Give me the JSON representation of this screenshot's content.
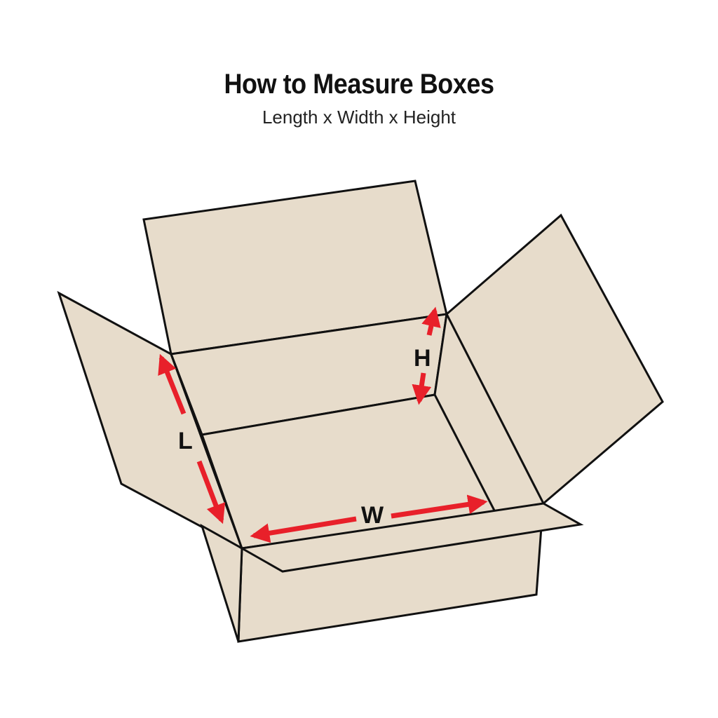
{
  "header": {
    "title": "How to Measure Boxes",
    "subtitle": "Length x Width x Height"
  },
  "dimensions": {
    "length_label": "L",
    "width_label": "W",
    "height_label": "H"
  },
  "colors": {
    "box_fill": "#e7dccb",
    "box_stroke": "#111111",
    "arrow": "#e8202a",
    "background": "#ffffff"
  }
}
